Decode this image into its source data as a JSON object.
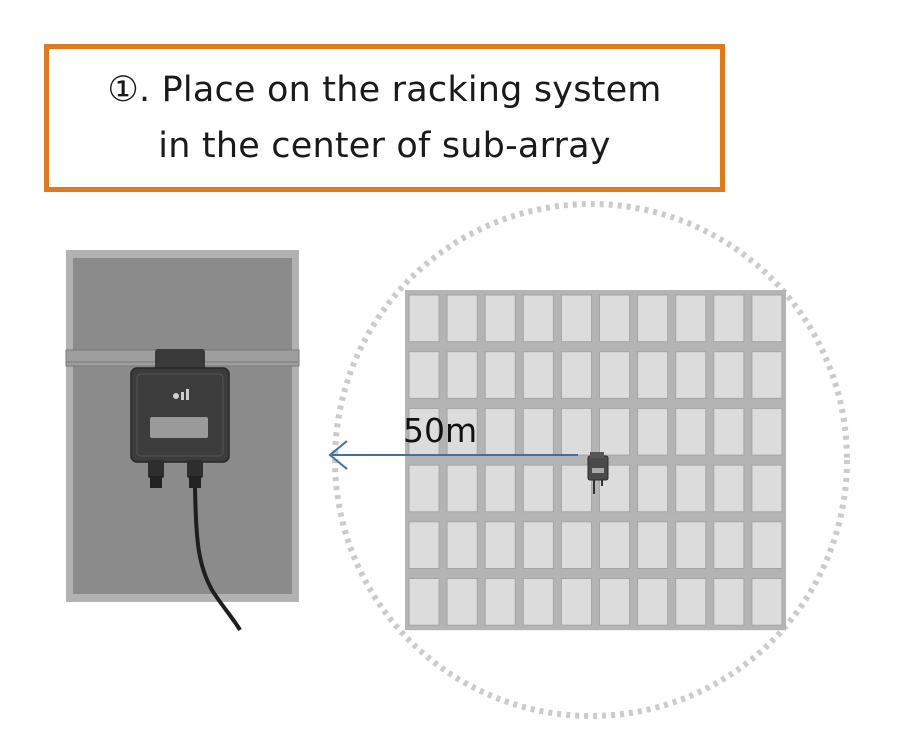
{
  "instruction": {
    "step_marker": "①",
    "line1": "①.  Place on the racking system",
    "line2": "in the center of sub-array"
  },
  "distance_label": "50m",
  "colors": {
    "frame_border": "#e07a1e",
    "arrow": "#3c6fb0",
    "panel_fill": "#8a8a8a",
    "array_cell": "#c9c9c9",
    "circle_dashes": "#cccccc"
  },
  "array": {
    "rows": 6,
    "cols": 10
  }
}
